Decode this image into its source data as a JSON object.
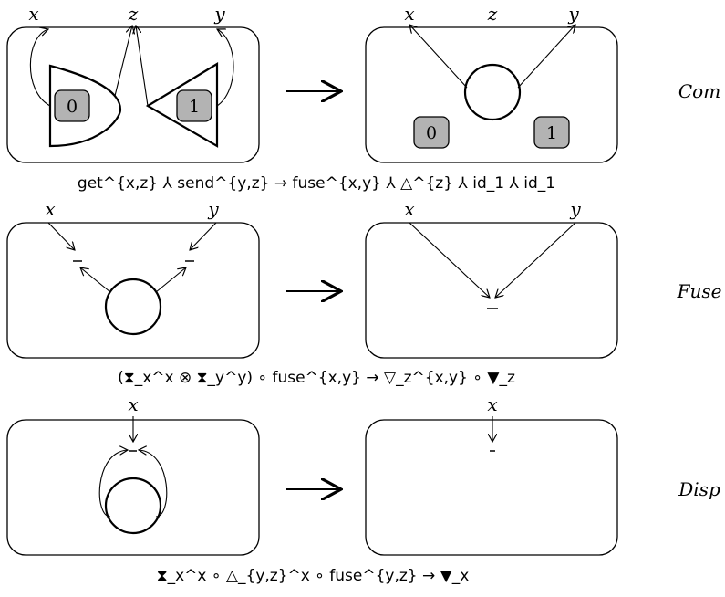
{
  "rows": [
    {
      "wires": [
        "x",
        "z",
        "y"
      ],
      "rule": "Com",
      "badges": [
        "0",
        "1"
      ],
      "equation": "get^{x,z} ⅄ send^{y,z} → fuse^{x,y} ⅄ △^{z} ⅄ id_1 ⅄ id_1"
    },
    {
      "wires": [
        "x",
        "y"
      ],
      "rule": "Fuse",
      "equation": "(⧗_x^x ⊗ ⧗_y^y) ∘ fuse^{x,y} → ▽_z^{x,y} ∘ ▼_z"
    },
    {
      "wires": [
        "x"
      ],
      "rule": "Disp",
      "equation": "⧗_x^x ∘ △_{y,z}^x ∘ fuse^{y,z} → ▼_x"
    }
  ],
  "colors": {
    "stroke": "#000000",
    "badge_fill": "#b3b3b3"
  }
}
